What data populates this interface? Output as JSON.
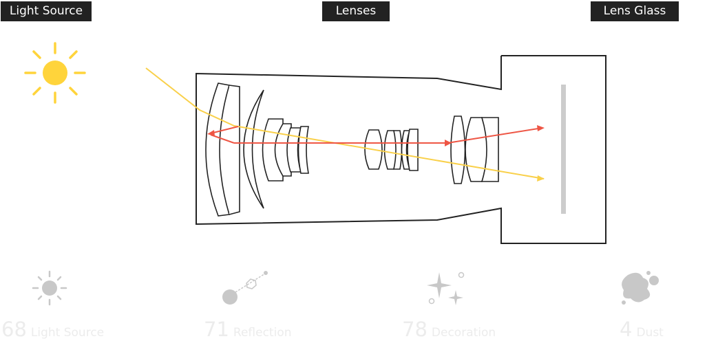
{
  "labels": {
    "light_source": "Light Source",
    "lenses": "Lenses",
    "lens_glass": "Lens Glass"
  },
  "stats": [
    {
      "value": "68",
      "label": "Light Source",
      "icon": "sun-icon"
    },
    {
      "value": "71",
      "label": "Reflection",
      "icon": "reflection-icon"
    },
    {
      "value": "78",
      "label": "Decoration",
      "icon": "sparkle-icon"
    },
    {
      "value": "4",
      "label": "Dust",
      "icon": "dust-icon"
    }
  ],
  "colors": {
    "sun": "#ffd43b",
    "light_ray": "#f9d04a",
    "reflection_ray": "#ee5544",
    "outline": "#222222",
    "sensor": "#cccccc",
    "icon_gray": "#c8c8c8",
    "tag_bg": "#222222"
  }
}
